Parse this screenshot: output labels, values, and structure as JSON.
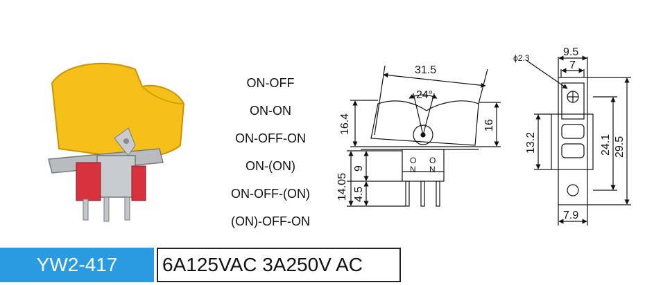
{
  "modes": [
    "ON-OFF",
    "ON-ON",
    "ON-OFF-ON",
    "ON-(ON)",
    "ON-OFF-(ON)",
    "(ON)-OFF-ON"
  ],
  "side_view": {
    "width": "31.5",
    "angle": "24°",
    "height_left": "16.4",
    "height_right": "16",
    "bottom_total": "14.05",
    "bottom_upper": "9",
    "bottom_lower": "4.5",
    "pin_label_letters": [
      "O",
      "N"
    ]
  },
  "front_view": {
    "hole": "ϕ2.3",
    "width_outer": "9.5",
    "width_inner": "7",
    "height_inner": "13.2",
    "height_mid": "24.1",
    "height_total": "29.5",
    "width_bottom": "7.9"
  },
  "footer": {
    "model": "YW2-417",
    "rating": "6A125VAC 3A250V AC"
  },
  "colors": {
    "body_yellow": "#f5c01a",
    "base_red": "#d8323e",
    "metal": "#b9bcbf",
    "banner_blue": "#2a9be0"
  }
}
